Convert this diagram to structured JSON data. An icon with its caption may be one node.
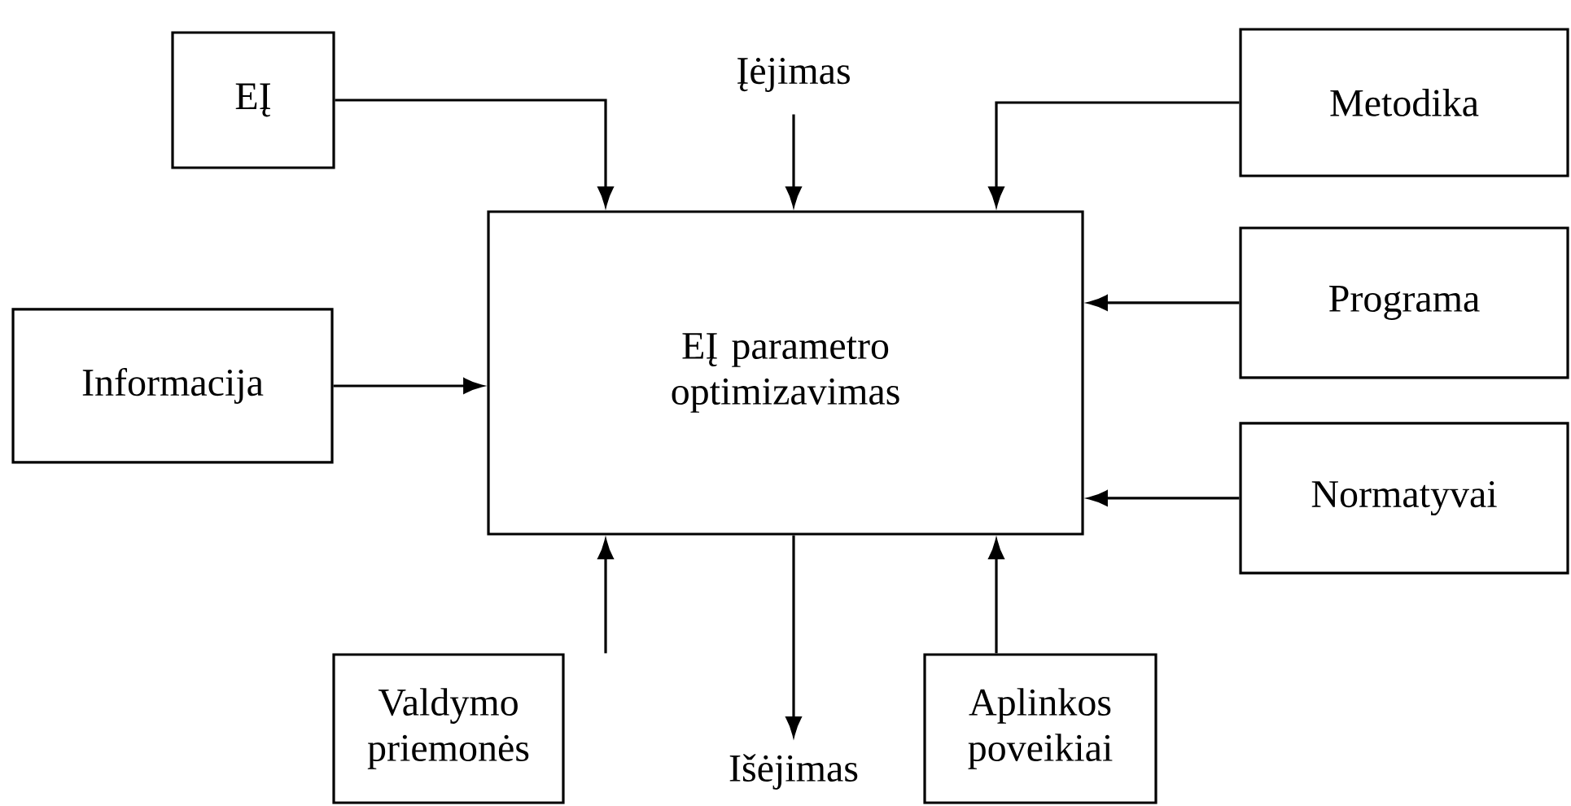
{
  "diagram": {
    "nodes": [
      {
        "text": [
          "EĮ"
        ]
      },
      {
        "text": [
          "Įėjimas"
        ]
      },
      {
        "text": [
          "Metodika"
        ]
      },
      {
        "text": [
          "Programa"
        ]
      },
      {
        "text": [
          "Informacija"
        ]
      },
      {
        "text": [
          "EĮ parametro optimizavimas"
        ]
      },
      {
        "text": [
          "Normatyvai"
        ]
      },
      {
        "text": [
          "Valdymo priemonės"
        ]
      },
      {
        "text": [
          "Išėjimas"
        ]
      },
      {
        "text": [
          "Aplinkos poveikiai"
        ]
      }
    ],
    "edges": [
      {
        "from": 0,
        "to": 5,
        "arrow": "to"
      },
      {
        "from": 1,
        "to": 5,
        "arrow": "to"
      },
      {
        "from": 2,
        "to": 5,
        "arrow": "to"
      },
      {
        "from": 3,
        "to": 5,
        "arrow": "to"
      },
      {
        "from": 4,
        "to": 5,
        "arrow": "to"
      },
      {
        "from": 6,
        "to": 5,
        "arrow": "to"
      },
      {
        "from": 7,
        "to": 5,
        "arrow": "to"
      },
      {
        "from": 5,
        "to": 8,
        "arrow": "to"
      },
      {
        "from": 9,
        "to": 5,
        "arrow": "to"
      }
    ]
  }
}
